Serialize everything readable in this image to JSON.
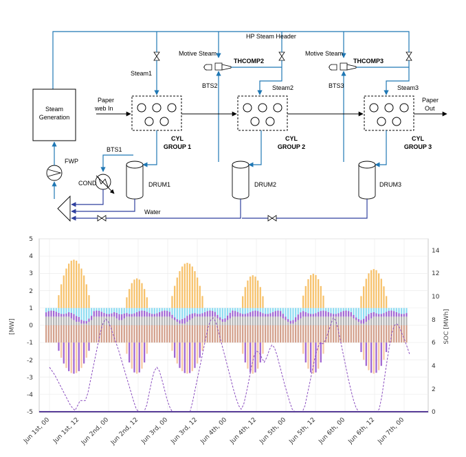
{
  "diagram": {
    "labels": {
      "hp_header": "HP Steam Header",
      "steam_generation_1": "Steam",
      "steam_generation_2": "Generation",
      "fwp": "FWP",
      "cond": "COND",
      "bts1": "BTS1",
      "bts2": "BTS2",
      "bts3": "BTS3",
      "steam1": "Steam1",
      "steam2": "Steam2",
      "steam3": "Steam3",
      "motive_steam_2": "Motive Steam",
      "motive_steam_3": "Motive Steam",
      "thcomp2": "THCOMP2",
      "thcomp3": "THCOMP3",
      "paper_in_1": "Paper",
      "paper_in_2": "web In",
      "paper_out_1": "Paper",
      "paper_out_2": "Out",
      "cyl1_1": "CYL",
      "cyl1_2": "GROUP 1",
      "cyl2_1": "CYL",
      "cyl2_2": "GROUP 2",
      "cyl3_1": "CYL",
      "cyl3_2": "GROUP 3",
      "drum1": "DRUM1",
      "drum2": "DRUM2",
      "drum3": "DRUM3",
      "water": "Water"
    },
    "colors": {
      "steam": "#1f77b4",
      "water": "#2e3f9e",
      "paper": "#000000"
    }
  },
  "chart_data": {
    "type": "bar",
    "ylabel_left": "[MW]",
    "ylabel_right": "SOC [MWh]",
    "ylim_left": [
      -5,
      5
    ],
    "ylim_right": [
      0,
      14
    ],
    "yticks_left": [
      "5",
      "4",
      "3",
      "2",
      "1",
      "0",
      "-1",
      "-2",
      "-3",
      "-4",
      "-5"
    ],
    "yticks_right": [
      "14",
      "12",
      "10",
      "8",
      "6",
      "4",
      "2",
      "0"
    ],
    "xticks": [
      "Jun 1st, 00",
      "Jun 1st, 12",
      "Jun 2nd, 00",
      "Jun 2nd, 12",
      "Jun 3rd, 00",
      "Jun 3rd, 12",
      "Jun 4th, 00",
      "Jun 4th, 12",
      "Jun 5th, 00",
      "Jun 5th, 12",
      "Jun 6th, 00",
      "Jun 6th, 12",
      "Jun 7th, 00"
    ],
    "grid": true,
    "series_colors": {
      "brown": "#d3a08c",
      "gray": "#b7b7b7",
      "purple": "#a066d3",
      "cyan": "#8fdcf2",
      "orange": "#f7c26b",
      "soc": "#8a4dbf"
    },
    "series": [
      {
        "values": [
          -1,
          -1,
          -1,
          -1,
          -1,
          -1,
          -1,
          -1,
          -1,
          -1,
          -1,
          -1,
          -1,
          -1,
          -1,
          -1,
          -1,
          -1,
          -1,
          -1,
          -1,
          -1,
          -1,
          -1,
          -1,
          -1,
          -1,
          -1,
          -1,
          -1,
          -1,
          -1,
          -1,
          -1,
          -1,
          -1,
          -1,
          -1,
          -1,
          -1,
          -1,
          -1,
          -1,
          -1,
          -1,
          -1,
          -1,
          -1,
          -1,
          -1,
          -1,
          -1,
          -1,
          -1,
          -1,
          -1,
          -1,
          -1,
          -1,
          -1,
          -1,
          -1,
          -1,
          -1,
          -1,
          -1,
          -1,
          -1,
          -1,
          -1,
          -1,
          -1,
          -1,
          -1,
          -1,
          -1,
          -1,
          -1,
          -1,
          -1,
          -1,
          -1,
          -1,
          -1,
          -1,
          -1,
          -1,
          -1,
          -1,
          -1,
          -1,
          -1,
          -1,
          -1,
          -1,
          -1,
          -1,
          -1,
          -1,
          -1,
          -1,
          -1,
          -1,
          -1,
          -1,
          -1,
          -1,
          -1,
          -1,
          -1,
          -1,
          -1,
          -1,
          -1,
          -1,
          -1,
          -1,
          -1,
          -1,
          -1,
          -1,
          -1,
          -1,
          -1,
          -1,
          -1,
          -1,
          -1,
          -1,
          -1,
          -1,
          -1,
          -1,
          -1,
          -1,
          -1,
          -1,
          -1,
          -1,
          -1,
          -1,
          -1,
          -1,
          -1
        ]
      },
      {
        "values": [
          0.5,
          0.5,
          0.5,
          0.5,
          0.5,
          0.5,
          0.5,
          0.5,
          0.5,
          0.5,
          0.4,
          0.3,
          0.2,
          0.2,
          0.1,
          0.1,
          0.1,
          0.2,
          0.3,
          0.5,
          0.5,
          0.5,
          0.5,
          0.5,
          0.5,
          0.5,
          0.5,
          0.5,
          0.4,
          0.3,
          0.3,
          0.4,
          0.5,
          0.5,
          0.5,
          0.5,
          0.5,
          0.5,
          0.5,
          0.5,
          0.5,
          0.5,
          0.5,
          0.5,
          0.5,
          0.5,
          0.5,
          0.5,
          0.5,
          0.5,
          0.4,
          0.3,
          0.2,
          0.1,
          0.1,
          0.1,
          0.2,
          0.3,
          0.4,
          0.5,
          0.5,
          0.5,
          0.5,
          0.5,
          0.5,
          0.5,
          0.5,
          0.5,
          0.4,
          0.3,
          0.2,
          0.2,
          0.3,
          0.4,
          0.5,
          0.5,
          0.5,
          0.5,
          0.5,
          0.5,
          0.5,
          0.5,
          0.5,
          0.5,
          0.5,
          0.5,
          0.5,
          0.5,
          0.5,
          0.5,
          0.5,
          0.5,
          0.5,
          0.5,
          0.4,
          0.3,
          0.2,
          0.1,
          0.1,
          0.2,
          0.3,
          0.4,
          0.5,
          0.5,
          0.5,
          0.5,
          0.5,
          0.5,
          0.5,
          0.5,
          0.5,
          0.5,
          0.5,
          0.5,
          0.5,
          0.5,
          0.5,
          0.5,
          0.5,
          0.5,
          0.5,
          0.5,
          0.4,
          0.3,
          0.2,
          0.1,
          0.1,
          0.2,
          0.3,
          0.4,
          0.5,
          0.5,
          0.5,
          0.5,
          0.5,
          0.5,
          0.5,
          0.5,
          0.5,
          0.5,
          0.5,
          0.5,
          0.5,
          0.5
        ]
      }
    ],
    "soc_values": [
      3.6,
      3.3,
      3.0,
      2.6,
      2.2,
      1.8,
      1.4,
      1.0,
      0.6,
      0.3,
      0.1,
      0.5,
      0.9,
      0.9,
      0.9,
      1.5,
      2.5,
      3.5,
      4.5,
      5.5,
      6.5,
      7.2,
      7.5,
      7.3,
      6.8,
      6.2,
      5.6,
      5.0,
      4.3,
      3.6,
      2.9,
      2.2,
      1.5,
      0.8,
      0.2,
      0.0,
      0.0,
      0.0,
      0.5,
      1.5,
      2.5,
      3.3,
      3.6,
      3.3,
      2.6,
      1.8,
      1.0,
      0.4,
      0.0,
      0.0,
      0.0,
      0.0,
      0.0,
      0.0,
      0.0,
      0.0,
      0.8,
      1.8,
      2.8,
      3.8,
      4.8,
      5.8,
      6.8,
      7.4,
      7.6,
      7.3,
      6.6,
      5.8,
      5.0,
      4.2,
      3.4,
      2.6,
      1.8,
      1.1,
      0.5,
      0.2,
      0.6,
      1.5,
      2.5,
      3.6,
      4.5,
      4.9,
      4.8,
      4.4,
      4.0,
      4.4,
      5.0,
      5.4,
      5.2,
      4.6,
      3.8,
      3.0,
      2.2,
      1.5,
      0.8,
      0.2,
      0.0,
      0.0,
      0.0,
      0.0,
      0.5,
      1.5,
      2.5,
      3.5,
      4.5,
      5.2,
      5.6,
      5.5,
      5.8,
      6.4,
      7.0,
      7.6,
      7.4,
      6.6,
      5.6,
      4.6,
      3.6,
      2.6,
      1.7,
      0.9,
      0.3,
      0.0,
      0.0,
      0.0,
      0.0,
      0.0,
      0.0,
      0.0,
      0.0,
      0.2,
      1.2,
      2.6,
      4.0,
      5.3,
      6.4,
      7.0,
      7.1,
      6.8,
      6.3,
      5.8,
      5.2,
      4.6
    ]
  }
}
